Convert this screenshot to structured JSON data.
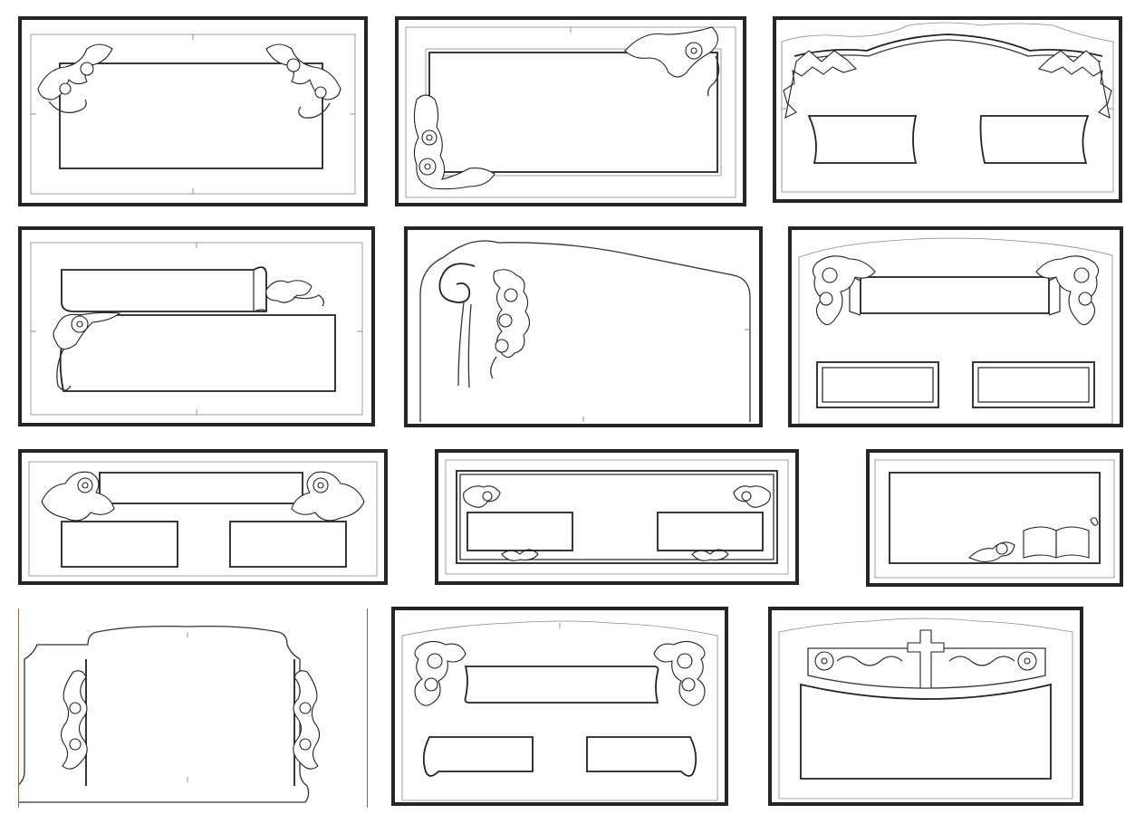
{
  "page": {
    "background": "#ffffff"
  },
  "colors": {
    "frame_dark": "#2a2420",
    "frame_brown": "#5a4636",
    "line": "#333333"
  },
  "designs": [
    {
      "name": "corner-vines-rectangle",
      "ornament": "vine-flower-icon"
    },
    {
      "name": "diagonal-corner-flowers-rectangle",
      "ornament": "morning-glory-icon"
    },
    {
      "name": "arched-top-ivy-two-panels",
      "ornament": "ivy-icon"
    },
    {
      "name": "left-ribbon-flower-panel",
      "ornament": "flower-scroll-icon"
    },
    {
      "name": "curved-top-rose-scroll",
      "ornament": "rose-icon"
    },
    {
      "name": "rose-banner-two-panels",
      "ornament": "rose-icon"
    },
    {
      "name": "lily-banner-two-panels",
      "ornament": "lily-icon"
    },
    {
      "name": "double-border-small-flowers",
      "ornament": "small-flower-icon"
    },
    {
      "name": "open-book-flower",
      "ornament": "open-book-icon"
    },
    {
      "name": "bell-shape-rose-columns",
      "ornament": "rose-column-icon"
    },
    {
      "name": "rose-scroll-banners",
      "ornament": "scroll-banner-icon"
    },
    {
      "name": "cross-floral-band",
      "ornament": "cross-icon"
    }
  ]
}
